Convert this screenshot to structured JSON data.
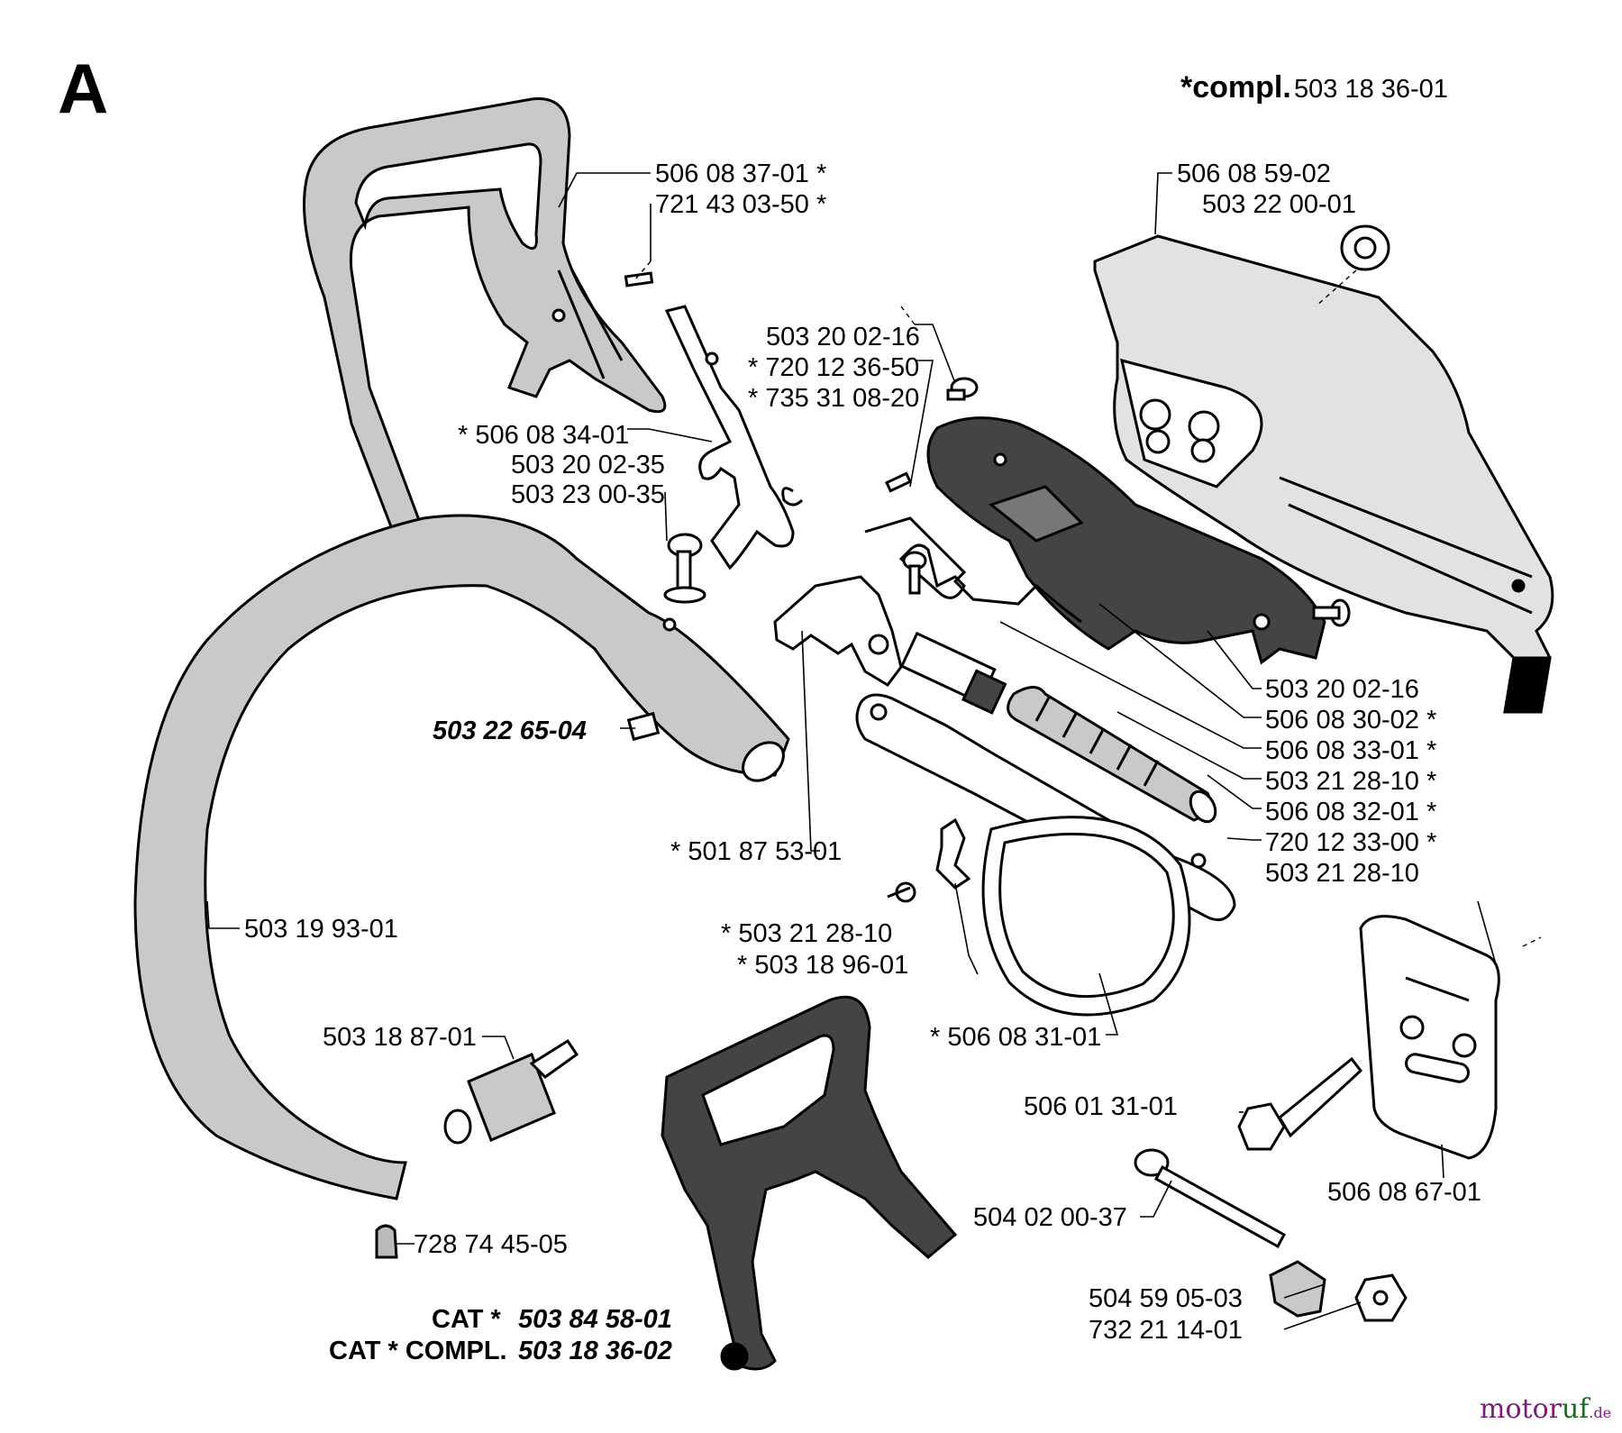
{
  "section_letter": "A",
  "compl_label": "*compl.",
  "compl_number": "503 18 36-01",
  "labels": {
    "p_506_08_37_01": "506 08 37-01 *",
    "p_721_43_03_50": "721 43 03-50 *",
    "p_506_08_59_02": "506 08 59-02",
    "p_503_22_00_01": "503 22 00-01",
    "p_503_20_02_16_top": "503 20 02-16",
    "p_720_12_36_50": "* 720 12 36-50",
    "p_735_31_08_20": "* 735 31 08-20",
    "p_506_08_34_01": "* 506 08 34-01",
    "p_503_20_02_35": "503 20 02-35",
    "p_503_23_00_35": "503 23 00-35",
    "p_503_22_65_04": "503 22 65-04",
    "p_501_87_53_01": "* 501 87 53-01",
    "p_503_20_02_16_right": "503 20 02-16",
    "p_506_08_30_02": "506 08 30-02 *",
    "p_506_08_33_01": "506 08 33-01 *",
    "p_503_21_28_10_a": "503 21 28-10 *",
    "p_506_08_32_01": "506 08 32-01 *",
    "p_720_12_33_00": "720 12 33-00 *",
    "p_503_21_28_10_b": "503 21 28-10",
    "p_503_19_93_01": "503 19 93-01",
    "p_503_21_28_10_c": "* 503 21 28-10",
    "p_503_18_96_01": "* 503 18 96-01",
    "p_503_18_87_01": "503 18 87-01",
    "p_506_08_31_01": "* 506 08 31-01",
    "p_506_01_31_01": "506 01 31-01",
    "p_506_08_67_01": "506 08 67-01",
    "p_504_02_00_37": "504 02 00-37",
    "p_728_74_45_05": "728 74 45-05",
    "p_504_59_05_03": "504 59 05-03",
    "p_732_21_14_01": "732 21 14-01"
  },
  "cat_line1": {
    "prefix": "CAT  *",
    "number": "503 84 58-01"
  },
  "cat_line2": {
    "prefix": "CAT * COMPL.",
    "number": "503 18 36-02"
  },
  "watermark": {
    "part_a": "motor",
    "part_b": "uf",
    "suffix": ".de"
  },
  "colors": {
    "part_gray": "#c9c9c9",
    "part_dark": "#444444",
    "watermark_purple": "#7a1c7a",
    "watermark_green": "#1c6a2a"
  }
}
